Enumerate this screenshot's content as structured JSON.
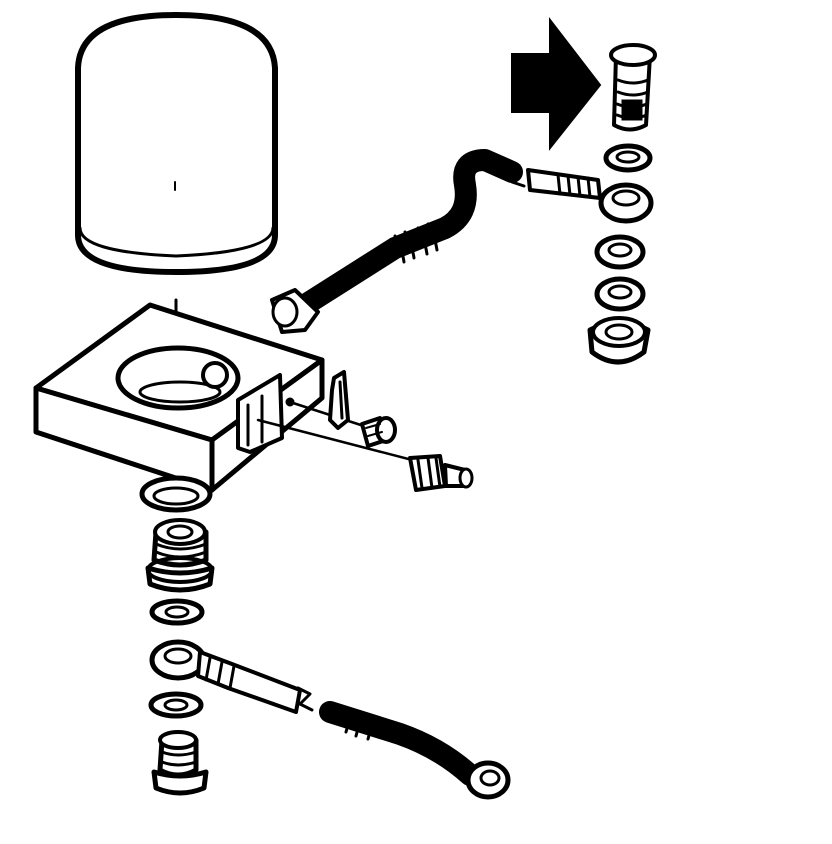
{
  "diagram": {
    "type": "exploded-parts-illustration",
    "background": "#ffffff",
    "ink": "#000000",
    "components": [
      "oil-filter",
      "filter-adapter-block",
      "upper-oil-line",
      "lower-oil-line",
      "upper-banjo-bolt",
      "lower-banjo-bolt",
      "sealing-washers",
      "adapter-mounting-bolt",
      "oil-pressure-sensor",
      "mounting-screw",
      "retaining-bracket",
      "direction-arrow"
    ],
    "icons": {
      "arrow": "arrow-right-icon"
    }
  }
}
